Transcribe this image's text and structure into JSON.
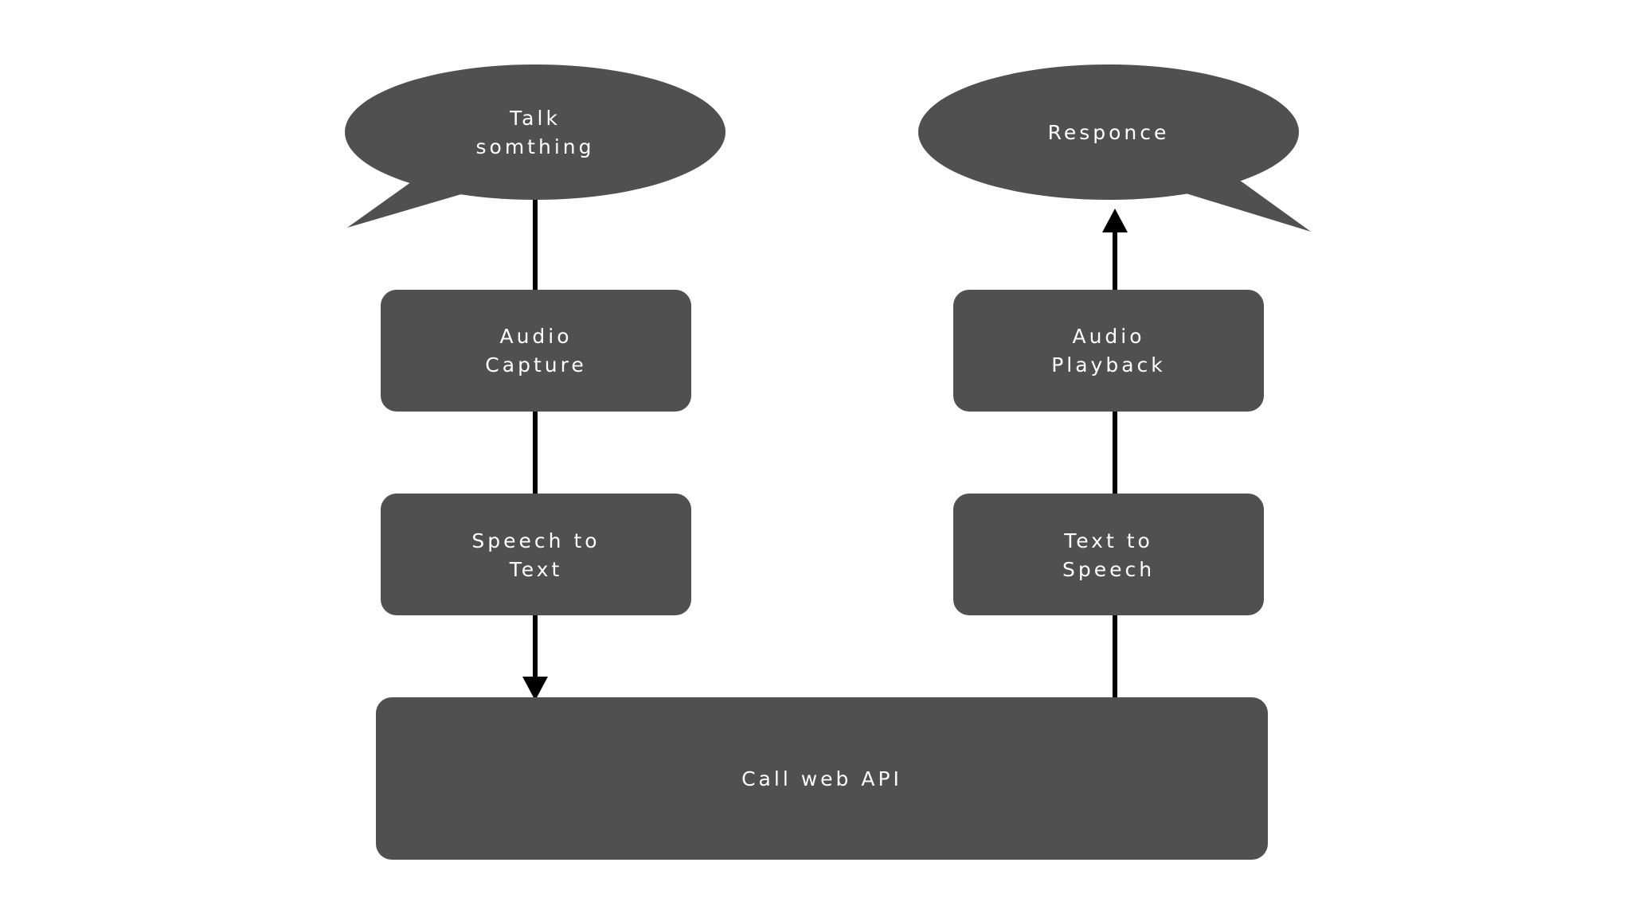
{
  "diagram": {
    "colors": {
      "node_fill": "#505050",
      "text": "#ffffff",
      "connector": "#000000",
      "background": "#ffffff"
    },
    "bubbles": {
      "talk": {
        "line1": "Talk",
        "line2": "somthing"
      },
      "response": {
        "line1": "Responce"
      }
    },
    "nodes": {
      "audio_capture": {
        "line1": "Audio",
        "line2": "Capture"
      },
      "speech_to_text": {
        "line1": "Speech to",
        "line2": "Text"
      },
      "audio_playback": {
        "line1": "Audio",
        "line2": "Playback"
      },
      "text_to_speech": {
        "line1": "Text to",
        "line2": "Speech"
      },
      "call_web_api": {
        "line1": "Call web API"
      }
    }
  }
}
